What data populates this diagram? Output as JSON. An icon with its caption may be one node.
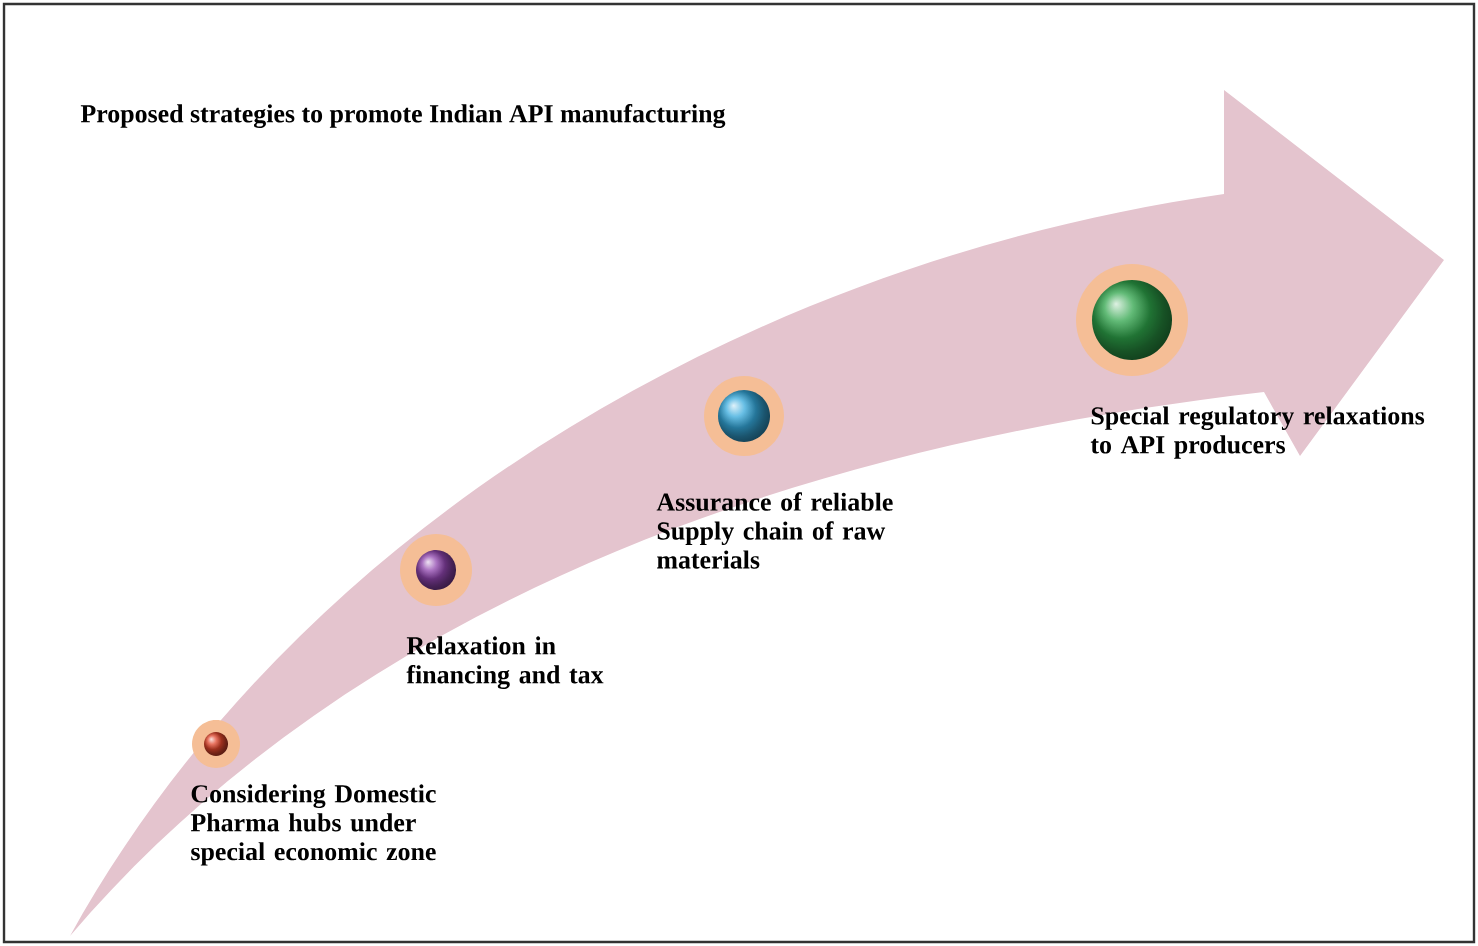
{
  "diagram": {
    "title": "Proposed strategies to promote Indian API manufacturing",
    "nodes": [
      {
        "text": [
          "Considering Domestic Pharma hubs under special economic zone"
        ]
      },
      {
        "text": [
          "Relaxation in financing and tax"
        ]
      },
      {
        "text": [
          "Assurance of reliable Supply chain of raw materials"
        ]
      },
      {
        "text": [
          "Special regulatory relaxations to API producers"
        ]
      }
    ]
  }
}
